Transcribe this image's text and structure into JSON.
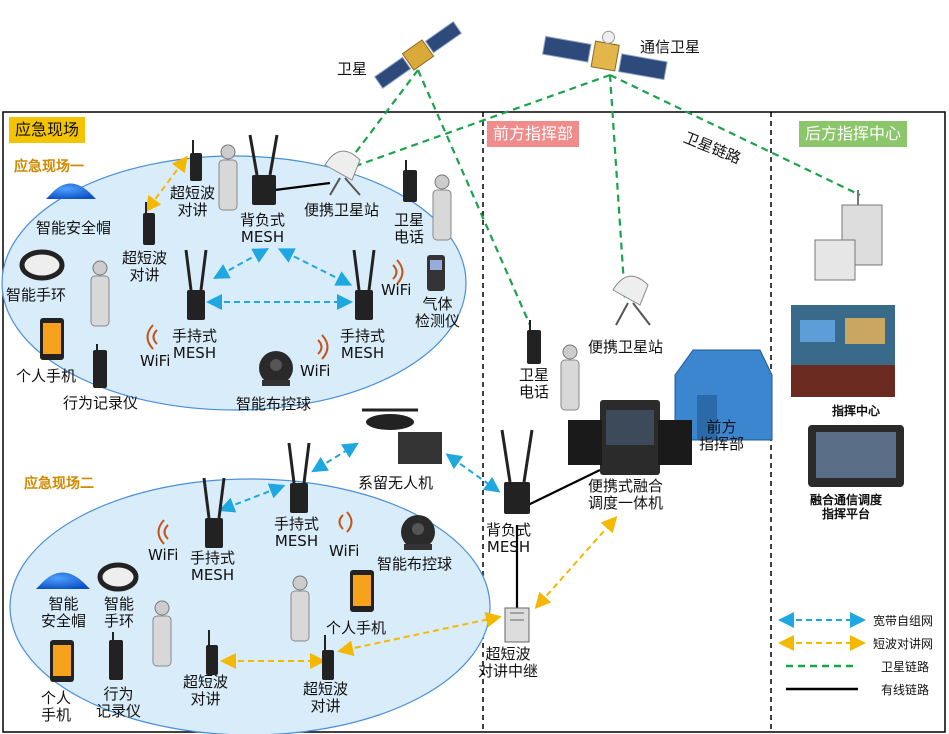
{
  "zones": {
    "scene": "应急现场",
    "forward": "前方指挥部",
    "rear": "后方指挥中心"
  },
  "subzones": {
    "one": "应急现场一",
    "two": "应急现场二"
  },
  "labels": {
    "sat1": "卫星",
    "sat2": "通信卫星",
    "sat_link": "卫星链路",
    "s1_walkie_top": [
      "超短波",
      "对讲"
    ],
    "s1_backpack": [
      "背负式",
      "MESH"
    ],
    "s1_portable_sat": "便携卫星站",
    "s1_sat_phone": [
      "卫星",
      "电话"
    ],
    "s1_helmet": "智能安全帽",
    "s1_wristband": "智能手环",
    "s1_walkie_left": [
      "超短波",
      "对讲"
    ],
    "s1_wifi_right": "WiFi",
    "s1_gas": [
      "气体",
      "检测仪"
    ],
    "s1_handheld_left": [
      "手持式",
      "MESH"
    ],
    "s1_handheld_right": [
      "手持式",
      "MESH"
    ],
    "s1_wifi_left": "WiFi",
    "s1_wifi_mid": "WiFi",
    "s1_phone": "个人手机",
    "s1_recorder": "行为记录仪",
    "s1_ball": "智能布控球",
    "fwd_sat_phone": [
      "卫星",
      "电话"
    ],
    "fwd_portable_sat": "便携卫星站",
    "fwd_hq": [
      "前方",
      "指挥部"
    ],
    "fwd_console": [
      "便携式融合",
      "调度一体机"
    ],
    "fwd_backpack": [
      "背负式",
      "MESH"
    ],
    "fwd_repeater": [
      "超短波",
      "对讲中继"
    ],
    "drone": "系留无人机",
    "s2_handheld_mid": [
      "手持式",
      "MESH"
    ],
    "s2_wifi_left": "WiFi",
    "s2_handheld_left": [
      "手持式",
      "MESH"
    ],
    "s2_wifi_mid": "WiFi",
    "s2_ball": "智能布控球",
    "s2_helmet": [
      "智能",
      "安全帽"
    ],
    "s2_wristband": [
      "智能",
      "手环"
    ],
    "s2_phone_right": "个人手机",
    "s2_phone_left": [
      "个人",
      "手机"
    ],
    "s2_recorder": [
      "行为",
      "记录仪"
    ],
    "s2_walkie_left": [
      "超短波",
      "对讲"
    ],
    "s2_walkie_right": [
      "超短波",
      "对讲"
    ],
    "rear_center": "指挥中心",
    "rear_platform": [
      "融合通信调度",
      "指挥平台"
    ]
  },
  "legend": [
    {
      "label": "宽带自组网",
      "color": "#1ea7e1",
      "style": "dashed-arrow"
    },
    {
      "label": "短波对讲网",
      "color": "#f5b800",
      "style": "dashed-arrow"
    },
    {
      "label": "卫星链路",
      "color": "#1aa34a",
      "style": "dashed"
    },
    {
      "label": "有线链路",
      "color": "#000000",
      "style": "solid"
    }
  ],
  "colors": {
    "scene_tag": "#f5c400",
    "forward_tag": "#f08c8c",
    "rear_tag": "#8cc66b",
    "ellipse_fill": "#d9ecf9",
    "ellipse_stroke": "#4a90d9",
    "mesh_link": "#1ea7e1",
    "radio_link": "#f5b800",
    "sat_link": "#1aa34a"
  }
}
